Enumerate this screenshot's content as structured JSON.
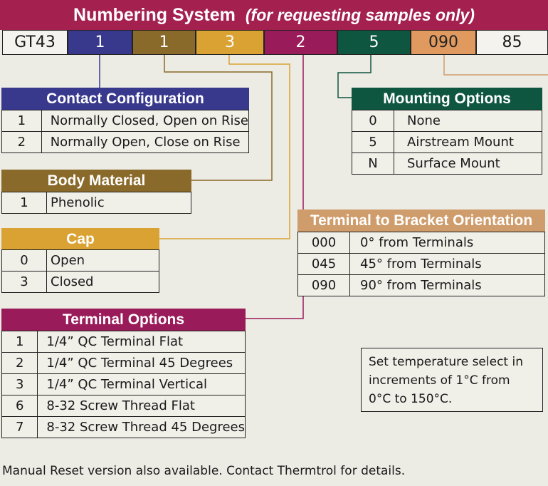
{
  "title": {
    "main": "Numbering System",
    "sub": "(for requesting samples only)"
  },
  "code_segments": [
    "GT43",
    "1",
    "1",
    "3",
    "2",
    "5",
    "090",
    "85"
  ],
  "colors": {
    "title": "#a3204f",
    "contact": "#38388d",
    "body": "#8a6a2a",
    "cap": "#daa232",
    "terminal": "#9a1b5a",
    "mounting": "#0f5640",
    "orientation": "#cf9c6b"
  },
  "contact": {
    "header": "Contact Configuration",
    "rows": [
      [
        "1",
        "Normally Closed, Open on Rise"
      ],
      [
        "2",
        "Normally Open, Close on Rise"
      ]
    ]
  },
  "body_material": {
    "header": "Body Material",
    "rows": [
      [
        "1",
        "Phenolic"
      ]
    ]
  },
  "cap": {
    "header": "Cap",
    "rows": [
      [
        "0",
        "Open"
      ],
      [
        "3",
        "Closed"
      ]
    ]
  },
  "terminal_options": {
    "header": "Terminal Options",
    "rows": [
      [
        "1",
        "1/4” QC Terminal Flat"
      ],
      [
        "2",
        "1/4” QC Terminal 45 Degrees"
      ],
      [
        "3",
        "1/4” QC Terminal Vertical"
      ],
      [
        "6",
        "8-32 Screw Thread Flat"
      ],
      [
        "7",
        "8-32 Screw Thread 45 Degrees"
      ]
    ]
  },
  "mounting": {
    "header": "Mounting Options",
    "rows": [
      [
        "0",
        "None"
      ],
      [
        "5",
        "Airstream Mount"
      ],
      [
        "N",
        "Surface Mount"
      ]
    ]
  },
  "orientation": {
    "header": "Terminal to Bracket Orientation",
    "rows": [
      [
        "000",
        "0° from Terminals"
      ],
      [
        "045",
        "45° from Terminals"
      ],
      [
        "090",
        "90° from Terminals"
      ]
    ]
  },
  "note": "Set temperature select in increments of 1°C from 0°C to 150°C.",
  "footer": "Manual Reset version also available. Contact Thermtrol for details."
}
